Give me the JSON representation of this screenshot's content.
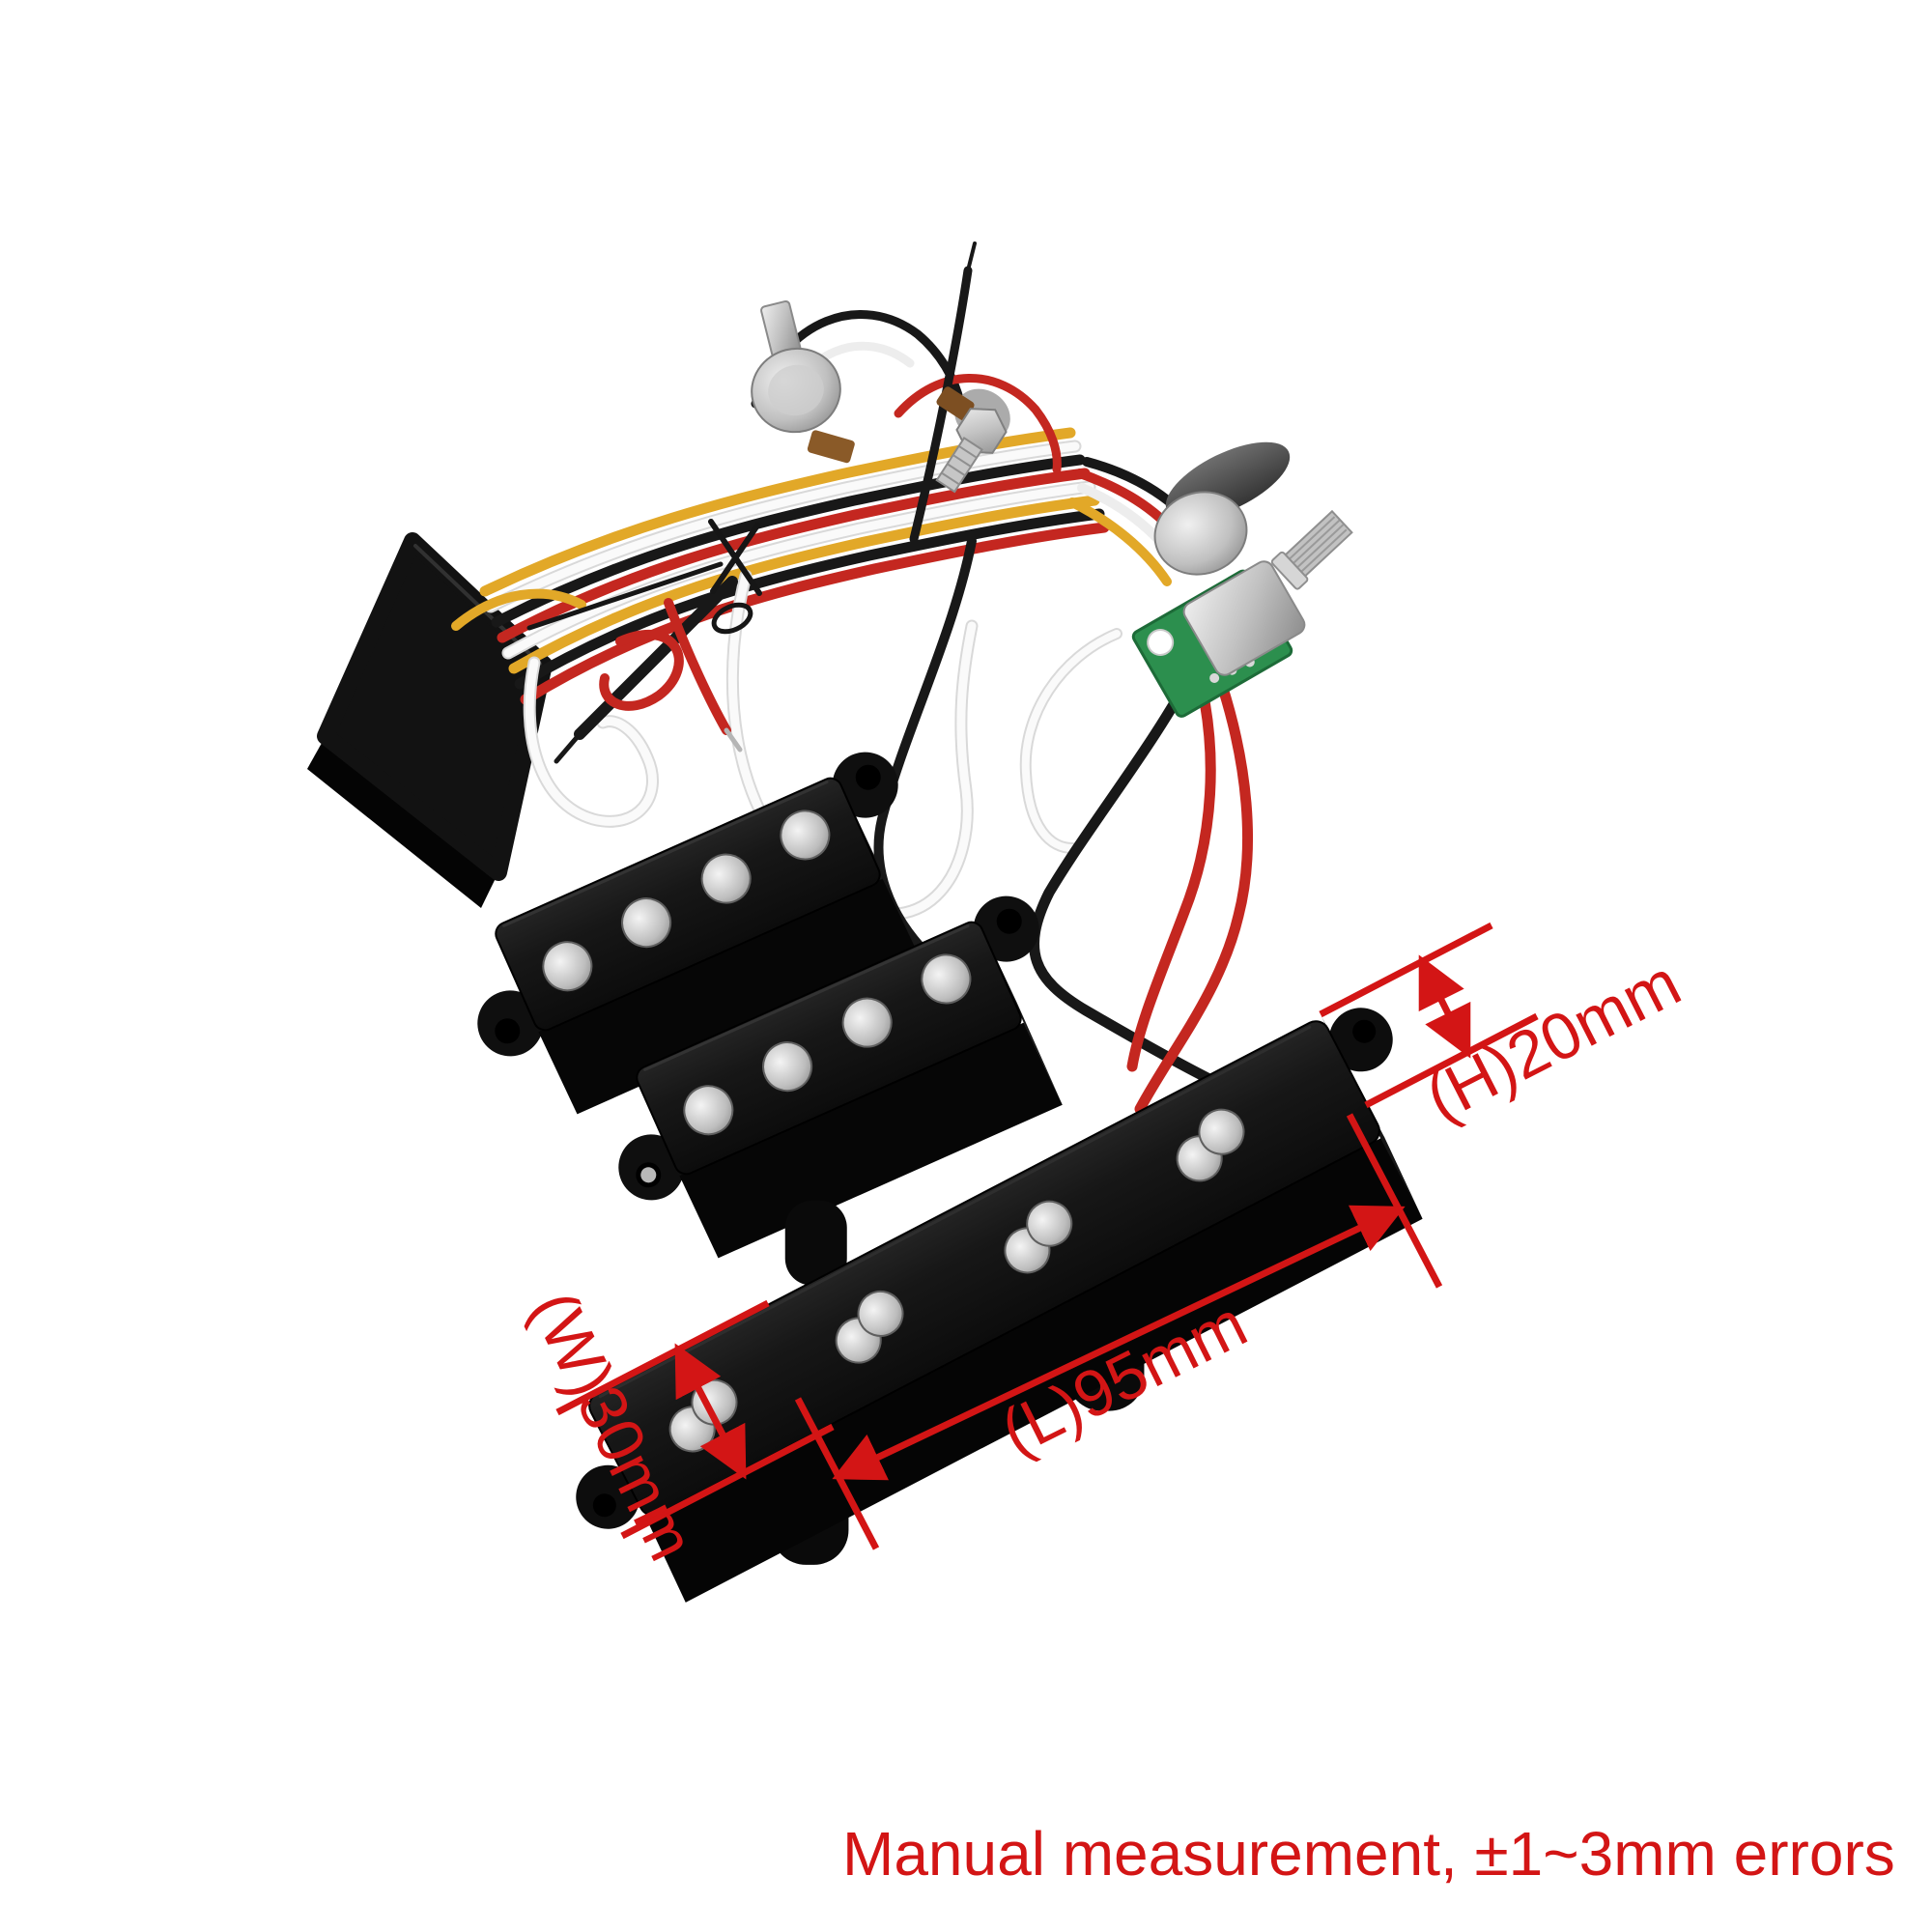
{
  "background": "#ffffff",
  "annotation": {
    "color": "#d31515",
    "height_label": "(H)20mm",
    "length_label": "(L)95mm",
    "width_label": "(W)30mm",
    "footnote": "Manual measurement,  ±1~3mm errors"
  },
  "scene": {
    "subject": "bass-guitar-pickup-set-with-wiring-harness",
    "parts": [
      "control-box",
      "wire-harness",
      "zip-tie",
      "potentiometer",
      "potentiometer",
      "potentiometer-with-knob",
      "potentiometer-on-pcb",
      "p-bass-pickup-half",
      "p-bass-pickup-half",
      "jazz-bass-pickup"
    ],
    "wire_colors": [
      "#181818",
      "#c42720",
      "#e2a828",
      "#f6f6f6"
    ],
    "pcb_color": "#2c8f4e",
    "metal_color": "#c9c9c9"
  }
}
